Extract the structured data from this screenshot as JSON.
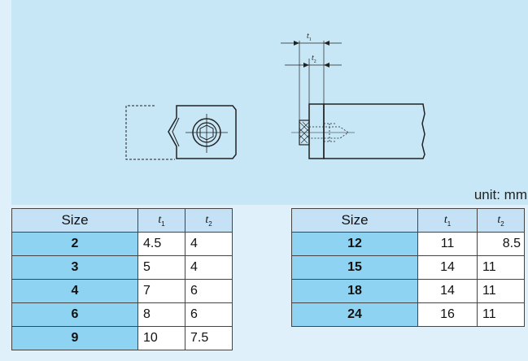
{
  "unit_label": "unit: mm",
  "drawing": {
    "dim_t1_letter": "t",
    "dim_t1_sub": "1",
    "dim_t2_letter": "t",
    "dim_t2_sub": "2"
  },
  "headers": {
    "size": "Size",
    "t1_letter": "t",
    "t1_sub": "1",
    "t2_letter": "t",
    "t2_sub": "2"
  },
  "left_table": [
    {
      "size": "2",
      "t1": "4.5",
      "t2": "4"
    },
    {
      "size": "3",
      "t1": "5",
      "t2": "4"
    },
    {
      "size": "4",
      "t1": "7",
      "t2": "6"
    },
    {
      "size": "6",
      "t1": "8",
      "t2": "6"
    },
    {
      "size": "9",
      "t1": "10",
      "t2": "7.5"
    }
  ],
  "right_table": [
    {
      "size": "12",
      "t1": "11",
      "t2": "8.5"
    },
    {
      "size": "15",
      "t1": "14",
      "t2": "11"
    },
    {
      "size": "18",
      "t1": "14",
      "t2": "11"
    },
    {
      "size": "24",
      "t1": "16",
      "t2": "11"
    }
  ],
  "colors": {
    "page": "#dff0fb",
    "figure": "#c7e7f7",
    "header": "#c4e1f6",
    "size_cell": "#8fd3f2"
  }
}
